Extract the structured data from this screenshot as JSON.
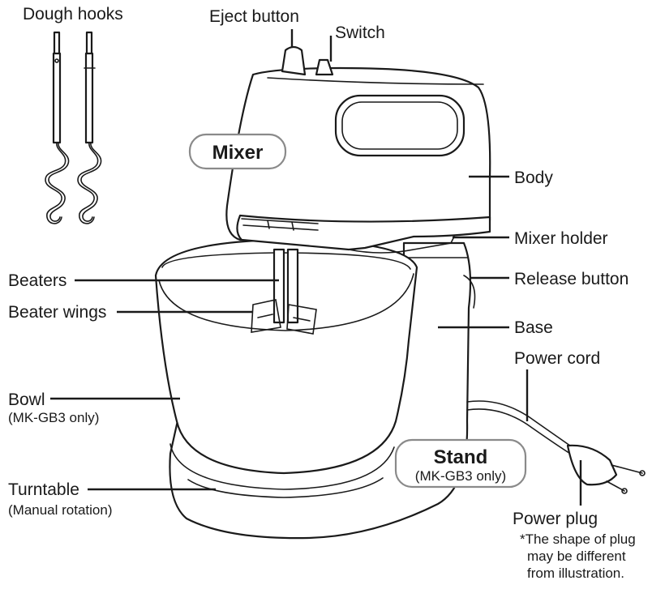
{
  "labels": {
    "dough_hooks": "Dough hooks",
    "eject_button": "Eject button",
    "switch": "Switch",
    "mixer_badge": "Mixer",
    "body": "Body",
    "mixer_holder": "Mixer holder",
    "release_button": "Release button",
    "beaters": "Beaters",
    "beater_wings": "Beater wings",
    "base": "Base",
    "power_cord": "Power cord",
    "bowl": "Bowl",
    "bowl_note": "(MK-GB3 only)",
    "stand_badge_title": "Stand",
    "stand_badge_note": "(MK-GB3 only)",
    "turntable": "Turntable",
    "turntable_note": "(Manual rotation)",
    "power_plug": "Power plug",
    "plug_note_1": "*The shape of plug",
    "plug_note_2": "may be different",
    "plug_note_3": "from illustration."
  }
}
